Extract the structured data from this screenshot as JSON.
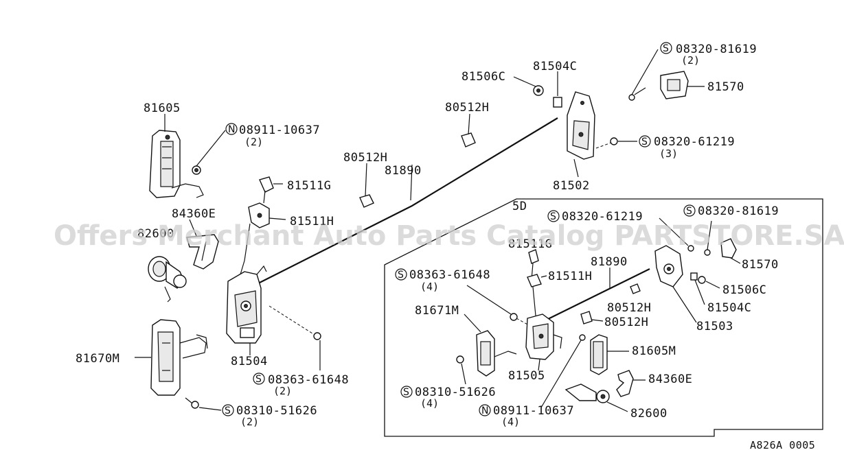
{
  "watermark": "Offers Merchant Auto Parts Catalog PARTSTORE.SA",
  "diagram_code": "A826A 0005",
  "inset_label": "5D",
  "symbols": {
    "s": "S",
    "n": "N"
  },
  "labels": {
    "p81605": "81605",
    "p08911_top": "08911-10637",
    "q08911_top": "(2)",
    "p84360E_top": "84360E",
    "p82600_top": "82600",
    "p81670M": "81670M",
    "p08310_main": "08310-51626",
    "q08310_main": "(2)",
    "p81511G": "81511G",
    "p81511H": "81511H",
    "p81504": "81504",
    "p08363_main": "08363-61648",
    "q08363_main": "(2)",
    "p80512H_a": "80512H",
    "p81890_main": "81890",
    "p80512H_b": "80512H",
    "p81506C": "81506C",
    "p81504C": "81504C",
    "p08320_81619_top": "08320-81619",
    "q08320_81619_top": "(2)",
    "p81570_top": "81570",
    "p08320_61219_top": "08320-61219",
    "q08320_61219_top": "(3)",
    "p81502": "81502",
    "i08320_61219": "08320-61219",
    "i08320_81619": "08320-81619",
    "i81511G": "81511G",
    "i81570": "81570",
    "i81890": "81890",
    "i08363": "08363-61648",
    "iq08363": "(4)",
    "i81511H": "81511H",
    "i81506C": "81506C",
    "i81504C": "81504C",
    "i80512H_a": "80512H",
    "i80512H_b": "80512H",
    "i81503": "81503",
    "i81671M": "81671M",
    "i81605M": "81605M",
    "i81505": "81505",
    "i84360E": "84360E",
    "i08310": "08310-51626",
    "iq08310": "(4)",
    "i08911": "08911-10637",
    "iq08911": "(4)",
    "i82600": "82600"
  }
}
